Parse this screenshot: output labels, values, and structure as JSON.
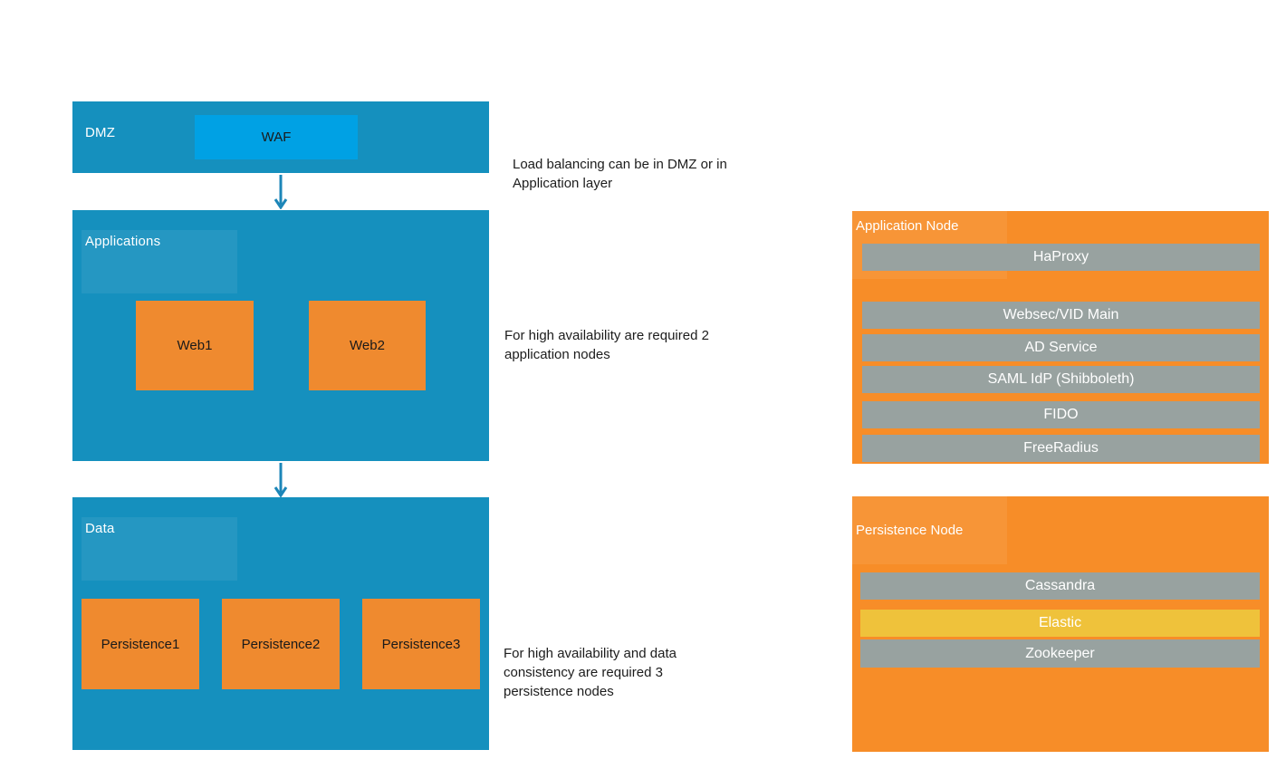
{
  "diagram": {
    "layers": [
      {
        "id": "dmz",
        "label": "DMZ",
        "nodes": [
          {
            "label": "WAF"
          }
        ]
      },
      {
        "id": "applications",
        "label": "Applications",
        "nodes": [
          {
            "label": "Web1"
          },
          {
            "label": "Web2"
          }
        ]
      },
      {
        "id": "data",
        "label": "Data",
        "nodes": [
          {
            "label": "Persistence1"
          },
          {
            "label": "Persistence2"
          },
          {
            "label": "Persistence3"
          }
        ]
      }
    ],
    "annotations": [
      "Load balancing can be in DMZ or in\nApplication layer",
      "For high availability are required 2\napplication nodes",
      "For high availability and data\nconsistency are required 3\npersistence nodes"
    ],
    "panels": [
      {
        "title": "Application Node",
        "bars": [
          {
            "label": "HaProxy"
          },
          {
            "label": "Websec/VID Main"
          },
          {
            "label": "AD Service"
          },
          {
            "label": "SAML IdP (Shibboleth)"
          },
          {
            "label": "FIDO"
          },
          {
            "label": "FreeRadius"
          }
        ]
      },
      {
        "title": "Persistence Node",
        "bars": [
          {
            "label": "Cassandra"
          },
          {
            "label": "Elastic",
            "highlight": true
          },
          {
            "label": "Zookeeper"
          }
        ]
      }
    ],
    "colors": {
      "layer_blue": "#1590BE",
      "waf_blue": "#00A1E4",
      "node_orange": "#EF8A2F",
      "panel_orange": "#F78D28",
      "service_gray": "#98A2A0",
      "highlight_yellow": "#EFC23B",
      "arrow_blue": "#1C86B8",
      "label_white": "#FFFFFF",
      "text_dark": "#1C1C1C"
    }
  }
}
